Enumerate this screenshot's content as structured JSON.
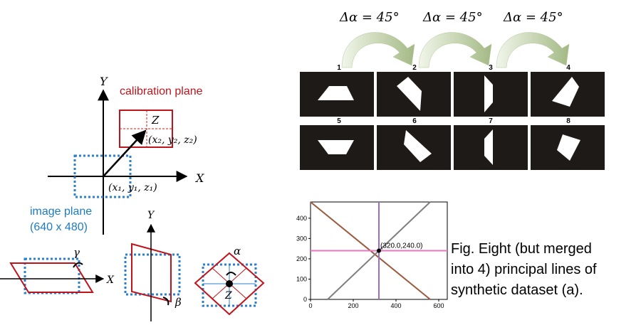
{
  "colors": {
    "red": "#c0141c",
    "blue": "#2a7fd0",
    "label_blue": "#1e7bc2",
    "dark_red_dashed": "#cc1f1f",
    "black": "#000000",
    "arrow_green_light": "#e8f0dc",
    "arrow_green_dark": "#a9bf8c",
    "image_bg": "#1e1a18",
    "shape_white": "#ffffff",
    "line_brown": "#9b5a3c",
    "line_gray": "#7f7f7f",
    "line_purple": "#9b6dc7",
    "line_pink": "#e377c2",
    "center_dot": "#000000"
  },
  "left_diagram": {
    "axis_y": "Y",
    "axis_x": "X",
    "label_z": "Z",
    "calibration_label": "calibration plane",
    "image_plane_label": "image plane",
    "image_plane_size": "(640 x 480)",
    "coord2": "(x₂, y₂, z₂)",
    "coord1": "(x₁, y₁, z₁)"
  },
  "rotations": {
    "gamma": "γ",
    "x": "X",
    "y": "Y",
    "beta": "β",
    "alpha": "α",
    "z": "Z"
  },
  "delta_labels": [
    "Δα = 45°",
    "Δα = 45°",
    "Δα = 45°"
  ],
  "thumbnails": [
    {
      "number": "1",
      "shape": "trapezoid"
    },
    {
      "number": "2",
      "shape": "rotated-45"
    },
    {
      "number": "3",
      "shape": "rotated-90"
    },
    {
      "number": "4",
      "shape": "rotated-135"
    },
    {
      "number": "5",
      "shape": "trapezoid-inverted"
    },
    {
      "number": "6",
      "shape": "rotated-225"
    },
    {
      "number": "7",
      "shape": "rotated-270"
    },
    {
      "number": "8",
      "shape": "rotated-315"
    }
  ],
  "chart_data": {
    "type": "line",
    "title": "",
    "xlabel": "",
    "ylabel": "",
    "xlim": [
      0,
      640
    ],
    "ylim": [
      0,
      480
    ],
    "xticks": [
      0,
      200,
      400,
      600
    ],
    "yticks": [
      0,
      100,
      200,
      300,
      400
    ],
    "grid": false,
    "annotation": "(320.0,240.0)",
    "center": [
      320,
      240
    ],
    "series": [
      {
        "color": "#9b5a3c",
        "x": [
          -0.0,
          560
        ],
        "y": [
          480,
          0
        ]
      },
      {
        "color": "#7f7f7f",
        "x": [
          80,
          560
        ],
        "y": [
          0,
          480
        ]
      },
      {
        "color": "#9b6dc7",
        "x": [
          320,
          320
        ],
        "y": [
          0,
          480
        ]
      },
      {
        "color": "#e377c2",
        "x": [
          0,
          640
        ],
        "y": [
          240,
          240
        ]
      }
    ]
  },
  "caption": {
    "line1": "Fig. Eight (but merged",
    "line2": "into 4) principal lines of",
    "line3": "synthetic dataset (a)."
  }
}
